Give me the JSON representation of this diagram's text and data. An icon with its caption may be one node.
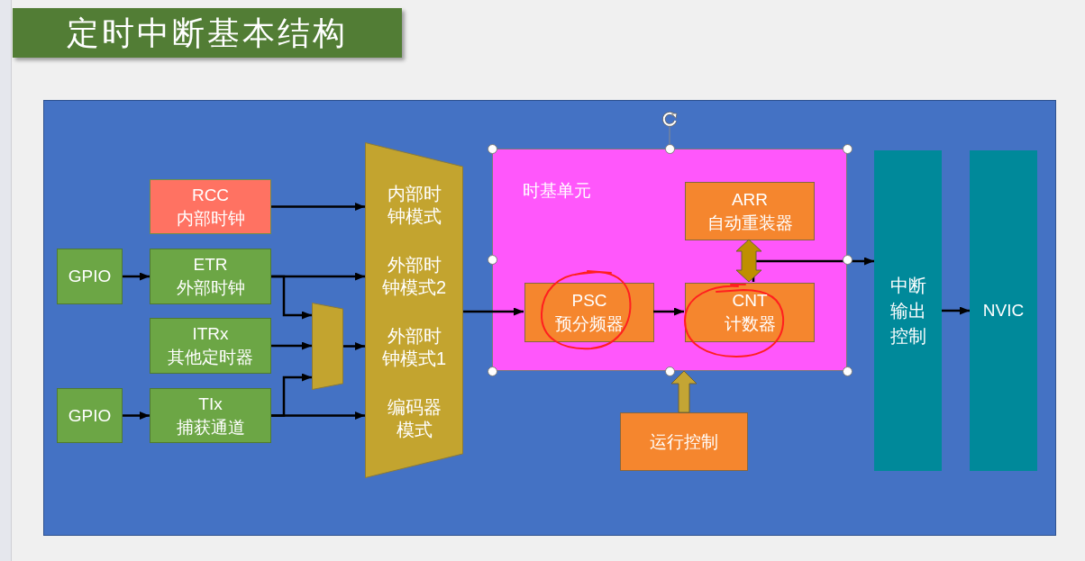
{
  "diagram": {
    "title": "定时中断基本结构",
    "nodes": [
      {
        "text": [
          "RCC",
          "内部时钟"
        ]
      },
      {
        "text": [
          "GPIO"
        ]
      },
      {
        "text": [
          "ETR",
          "外部时钟"
        ]
      },
      {
        "text": [
          "ITRx",
          "其他定时器"
        ]
      },
      {
        "text": [
          "GPIO"
        ]
      },
      {
        "text": [
          "TIx",
          "捕获通道"
        ]
      },
      {
        "text": [],
        "shape": "trapezoid"
      },
      {
        "text": [
          "内部时钟模式",
          "外部时钟模式2",
          "外部时钟模式1",
          "编码器模式"
        ]
      },
      {
        "text": [
          "时基单元"
        ]
      },
      {
        "text": [
          "ARR",
          "自动重装器"
        ],
        "in": 8
      },
      {
        "text": [
          "PSC",
          "预分频器"
        ],
        "in": 8
      },
      {
        "text": [
          "CNT",
          "计数器"
        ],
        "in": 8
      },
      {
        "text": [
          "运行控制"
        ]
      },
      {
        "text": [
          "中断输出控制"
        ]
      },
      {
        "text": [
          "NVIC"
        ]
      }
    ],
    "edges": [
      {
        "from": 0,
        "to": 7,
        "arrow": "to"
      },
      {
        "from": 1,
        "to": 2,
        "arrow": "to"
      },
      {
        "from": 2,
        "to": 7,
        "arrow": "to"
      },
      {
        "from": 2,
        "to": 6,
        "arrow": "to"
      },
      {
        "from": 3,
        "to": 6,
        "arrow": "to"
      },
      {
        "from": 4,
        "to": 5,
        "arrow": "to"
      },
      {
        "from": 5,
        "to": 7,
        "arrow": "to"
      },
      {
        "from": 5,
        "to": 6,
        "arrow": "to"
      },
      {
        "from": 6,
        "to": 7,
        "arrow": "to"
      },
      {
        "from": 7,
        "to": 10,
        "arrow": "to"
      },
      {
        "from": 10,
        "to": 11,
        "arrow": "to"
      },
      {
        "from": 9,
        "to": 11,
        "arrow": "both",
        "style": "thick",
        "color": "#bf8f00"
      },
      {
        "from": 11,
        "to": 13,
        "arrow": "to"
      },
      {
        "from": 12,
        "to": 8,
        "arrow": "to",
        "style": "thick",
        "color": "#c4a534"
      },
      {
        "from": 13,
        "to": 14,
        "arrow": "to"
      }
    ]
  }
}
